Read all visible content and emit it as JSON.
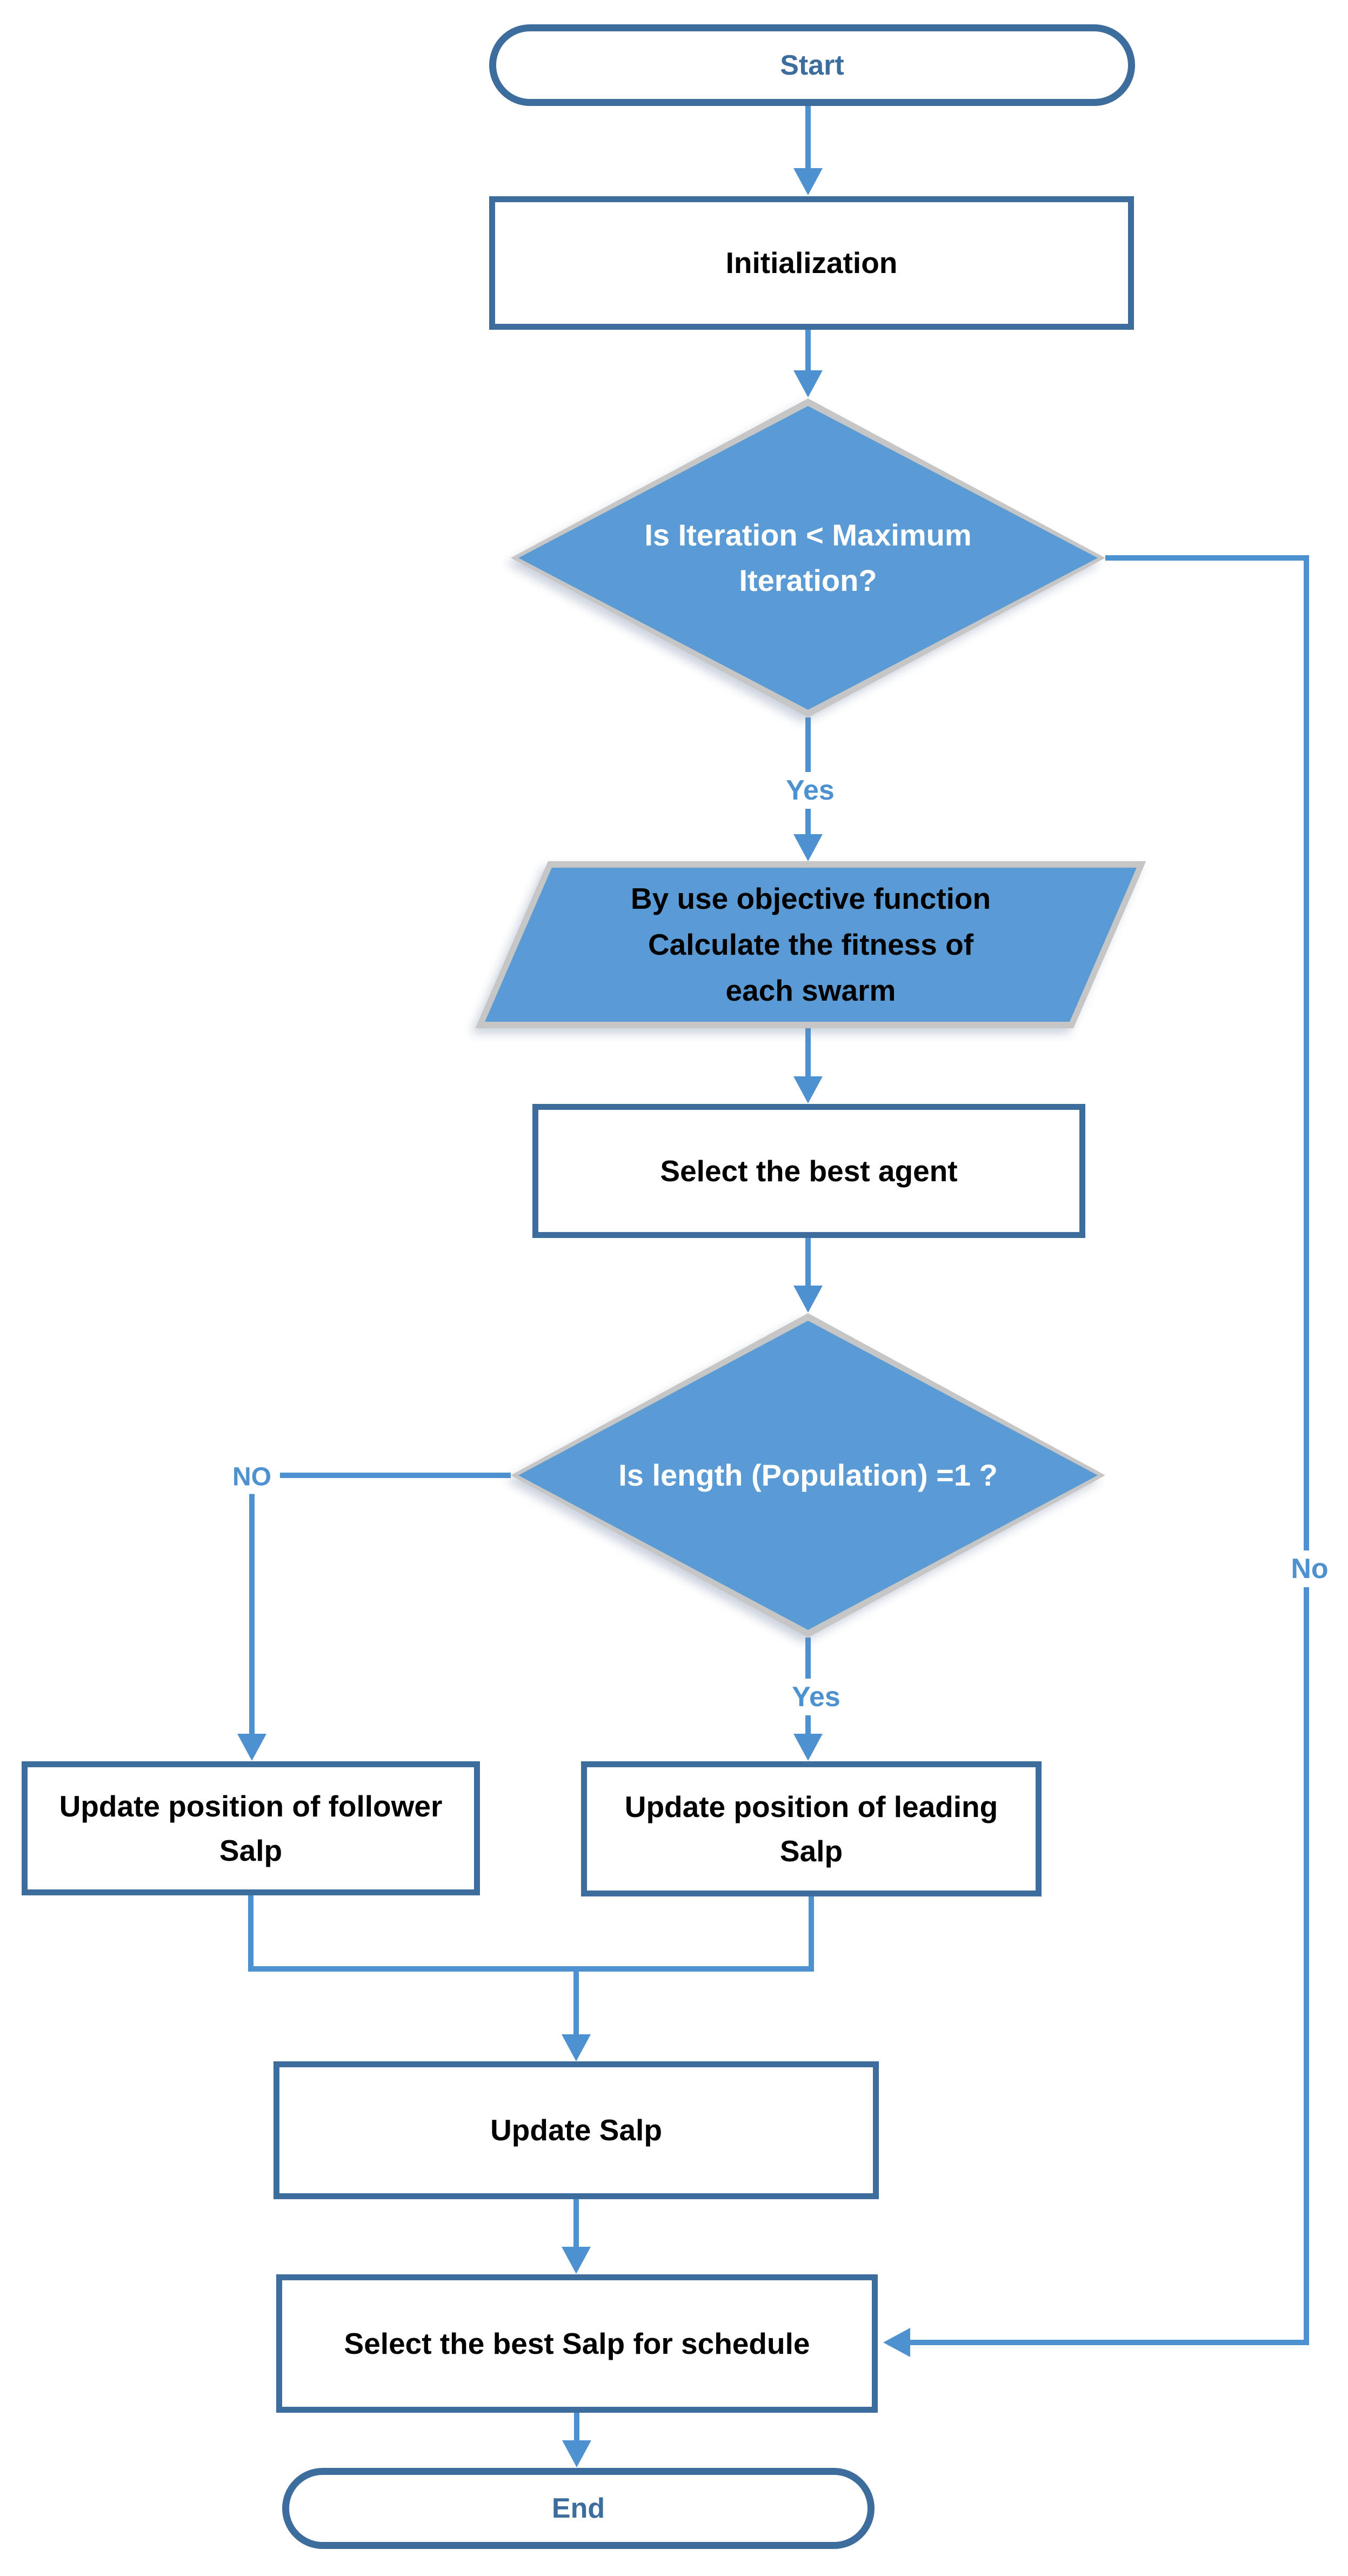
{
  "diagram": {
    "type": "flowchart",
    "nodes": {
      "start": {
        "type": "terminator",
        "label": "Start"
      },
      "initialization": {
        "type": "process",
        "label": "Initialization"
      },
      "iteration_decision": {
        "type": "decision",
        "label": "Is Iteration < Maximum Iteration?"
      },
      "fitness_calc": {
        "type": "data",
        "lines": [
          "By use objective function",
          "Calculate the fitness of",
          "each swarm"
        ]
      },
      "select_best_agent": {
        "type": "process",
        "label": "Select the best agent"
      },
      "population_decision": {
        "type": "decision",
        "label": "Is length (Population) =1 ?"
      },
      "update_follower": {
        "type": "process",
        "label": "Update position of follower Salp"
      },
      "update_leading": {
        "type": "process",
        "label": "Update position of leading Salp"
      },
      "update_salp": {
        "type": "process",
        "label": "Update Salp"
      },
      "select_best_salp": {
        "type": "process",
        "label": "Select the best Salp for schedule"
      },
      "end": {
        "type": "terminator",
        "label": "End"
      }
    },
    "edge_labels": {
      "iteration_yes": "Yes",
      "iteration_no": "No",
      "population_no": "NO",
      "population_yes": "Yes"
    },
    "edges": [
      {
        "from": "start",
        "to": "initialization"
      },
      {
        "from": "initialization",
        "to": "iteration_decision"
      },
      {
        "from": "iteration_decision",
        "to": "fitness_calc",
        "label": "Yes"
      },
      {
        "from": "iteration_decision",
        "to": "select_best_salp",
        "label": "No"
      },
      {
        "from": "fitness_calc",
        "to": "select_best_agent"
      },
      {
        "from": "select_best_agent",
        "to": "population_decision"
      },
      {
        "from": "population_decision",
        "to": "update_follower",
        "label": "NO"
      },
      {
        "from": "population_decision",
        "to": "update_leading",
        "label": "Yes"
      },
      {
        "from": "update_follower",
        "to": "update_salp"
      },
      {
        "from": "update_leading",
        "to": "update_salp"
      },
      {
        "from": "update_salp",
        "to": "select_best_salp"
      },
      {
        "from": "select_best_salp",
        "to": "end"
      }
    ]
  },
  "colors": {
    "node_border": "#3d6d9c",
    "connector": "#4e91d0",
    "shape_fill": "#5b9bd5",
    "shape_border_gray": "#c6c6c6",
    "terminator_text": "#3d6d9c",
    "process_text": "#000000",
    "decision_text": "#ffffff",
    "page_bg": "#ffffff"
  }
}
